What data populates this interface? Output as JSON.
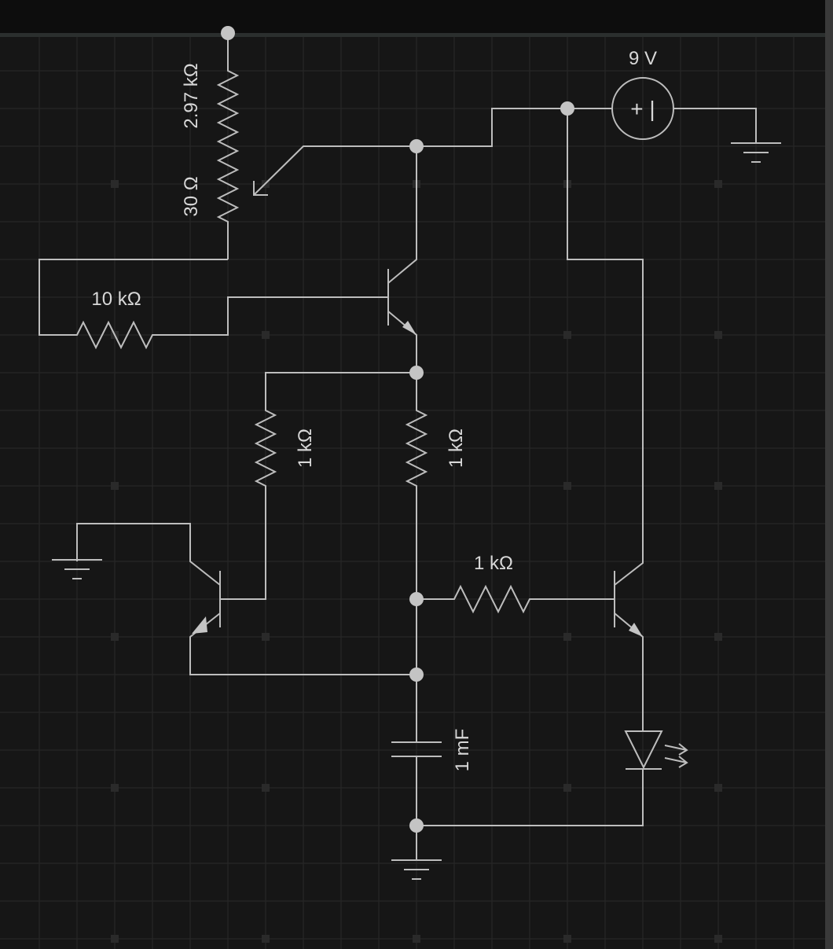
{
  "components": {
    "potentiometer": {
      "top_value": "2.97 kΩ",
      "bottom_value": "30 Ω"
    },
    "r_feedback": {
      "value": "10 kΩ"
    },
    "r_left": {
      "value": "1 kΩ"
    },
    "r_mid": {
      "value": "1 kΩ"
    },
    "r_base": {
      "value": "1 kΩ"
    },
    "capacitor": {
      "value": "1 mF"
    },
    "source": {
      "value": "9 V",
      "symbol": "+ |"
    }
  },
  "colors": {
    "background": "#161616",
    "wire": "#bdbdbd",
    "node": "#c4c4c4",
    "grid": "#272727"
  }
}
